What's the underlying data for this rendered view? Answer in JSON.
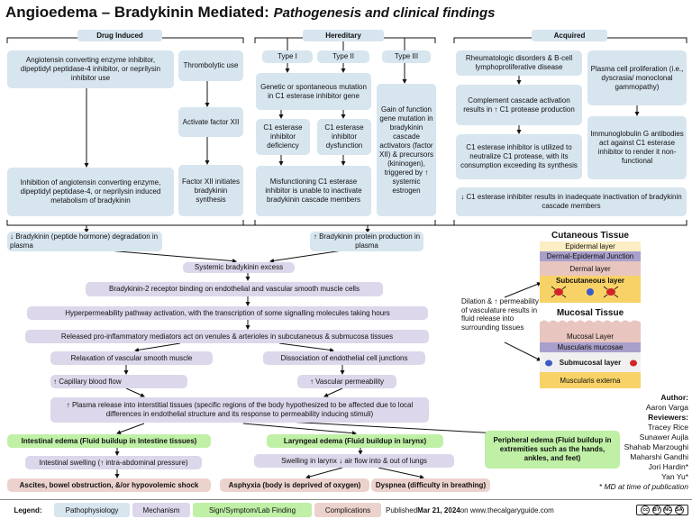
{
  "title": {
    "main": "Angioedema – Bradykinin Mediated: ",
    "subtitle": "Pathogenesis and clinical findings"
  },
  "headers": {
    "drug_induced": "Drug Induced",
    "hereditary": "Hereditary",
    "acquired": "Acquired"
  },
  "drug": {
    "ace": "Angiotensin converting enzyme inhibitor, dipeptidyl peptidase-4 inhibitor, or neprilysin inhibitor use",
    "inhibition": "Inhibition of angiotensin converting enzyme, dipeptidyl peptidase-4, or neprilysin induced metabolism of bradykinin",
    "thrombolytic": "Thrombolytic use",
    "activate_xii": "Activate factor XII",
    "factor_xii": "Factor XII initiates bradykinin synthesis"
  },
  "hereditary": {
    "type1": "Type I",
    "type2": "Type II",
    "type3": "Type III",
    "genetic": "Genetic or spontaneous mutation in C1 esterase inhibitor gene",
    "deficiency": "C1 esterase inhibitor deficiency",
    "dysfunction": "C1 esterase inhibitor dysfunction",
    "misfunctioning": "Misfunctioning C1 esterase inhibitor is unable to inactivate bradykinin cascade members",
    "gain": "Gain of function gene mutation in bradykinin cascade activators (factor XII) & precursors (kininogen), triggered by ↑ systemic estrogen"
  },
  "acquired": {
    "rheum": "Rheumatologic disorders & B-cell lymphoproliferative disease",
    "complement": "Complement cascade activation results in ↑ C1 protease production",
    "utilized": "C1 esterase inhibitor is utilized to neutralize C1 protease, with its consumption exceeding its synthesis",
    "plasma_cell": "Plasma cell proliferation (i.e., dyscrasia/ monoclonal gammopathy)",
    "igg": "Immunoglobulin G antibodies act against C1 esterase inhibitor to render it non-functional",
    "inadequate": "↓ C1 esterase inhibiter results in inadequate inactivation of bradykinin cascade members"
  },
  "flow": {
    "decrease_bk": "↓ Bradykinin (peptide hormone) degradation in plasma",
    "increase_bk": "↑ Bradykinin protein production in plasma",
    "systemic": "Systemic bradykinin excess",
    "receptor": "Bradykinin-2 receptor binding on endothelial and vascular smooth muscle cells",
    "hyperperm": "Hyperpermeability pathway activation, with the transcription of some signalling molecules taking hours",
    "released": "Released pro-inflammatory mediators act on venules & arterioles in subcutaneous & submucosa tissues",
    "relaxation": "Relaxation of vascular smooth muscle",
    "dissociation": "Dissociation of endothelial cell junctions",
    "cap_flow": "↑ Capillary blood flow",
    "vasc_perm": "↑ Vascular permeability",
    "plasma_release": "↑ Plasma release into interstitial tissues (specific regions of the body hypothesized to be affected due to local differences in endothelial structure and its response to permeability inducing stimuli)"
  },
  "findings": {
    "intestinal": "Intestinal edema (Fluid buildup in Intestine tissues)",
    "swelling": "Intestinal swelling (↑ intra-abdominal pressure)",
    "ascites": "Ascites, bowel obstruction, &/or hypovolemic shock",
    "laryngeal": "Laryngeal edema (Fluid buildup in larynx)",
    "swelling_larynx": "Swelling in larynx ↓ air flow into & out of lungs",
    "asphyxia": "Asphyxia (body is deprived of oxygen)",
    "dyspnea": "Dyspnea (difficulty in breathing)",
    "peripheral": "Peripheral edema (Fluid buildup in extremities such as the hands, ankles, and feet)"
  },
  "tissue": {
    "cutaneous_title": "Cutaneous Tissue",
    "epidermal": "Epidermal layer",
    "junction": "Dermal-Epidermal Junction",
    "dermal": "Dermal layer",
    "subcutaneous": "Subcutaneous layer",
    "dilation": "Dilation & ↑ permeability of vasculature results in fluid release into surrounding tissues",
    "mucosal_title": "Mucosal Tissue",
    "mucosal_layer": "Mucosal Layer",
    "muscularis_mucosae": "Muscularis mucosae",
    "submucosal": "Submucosal layer",
    "muscularis_externa": "Muscularis externa"
  },
  "credits": {
    "author_label": "Author:",
    "author": "Aaron Varga",
    "reviewers_label": "Reviewers:",
    "reviewers": [
      "Tracey Rice",
      "Sunawer Aujla",
      "Shahab Marzoughi",
      "Maharshi Gandhi",
      "Jori Hardin*",
      "Yan Yu*"
    ],
    "note": "* MD at time of publication"
  },
  "legend": {
    "label": "Legend:",
    "items": [
      "Pathophysiology",
      "Mechanism",
      "Sign/Symptom/Lab Finding",
      "Complications"
    ],
    "published_prefix": "Published ",
    "published_date": "Mar 21, 2024",
    "published_suffix": " on www.thecalgaryguide.com"
  },
  "colors": {
    "pathophysiology": "#d7e5ef",
    "mechanism": "#dcd7ea",
    "sign": "#bff0a6",
    "complications": "#ecd2cd",
    "epidermal": "#fbeec4",
    "junction": "#a99fcb",
    "dermal": "#e8c5bf",
    "subcutaneous": "#f7d267"
  }
}
